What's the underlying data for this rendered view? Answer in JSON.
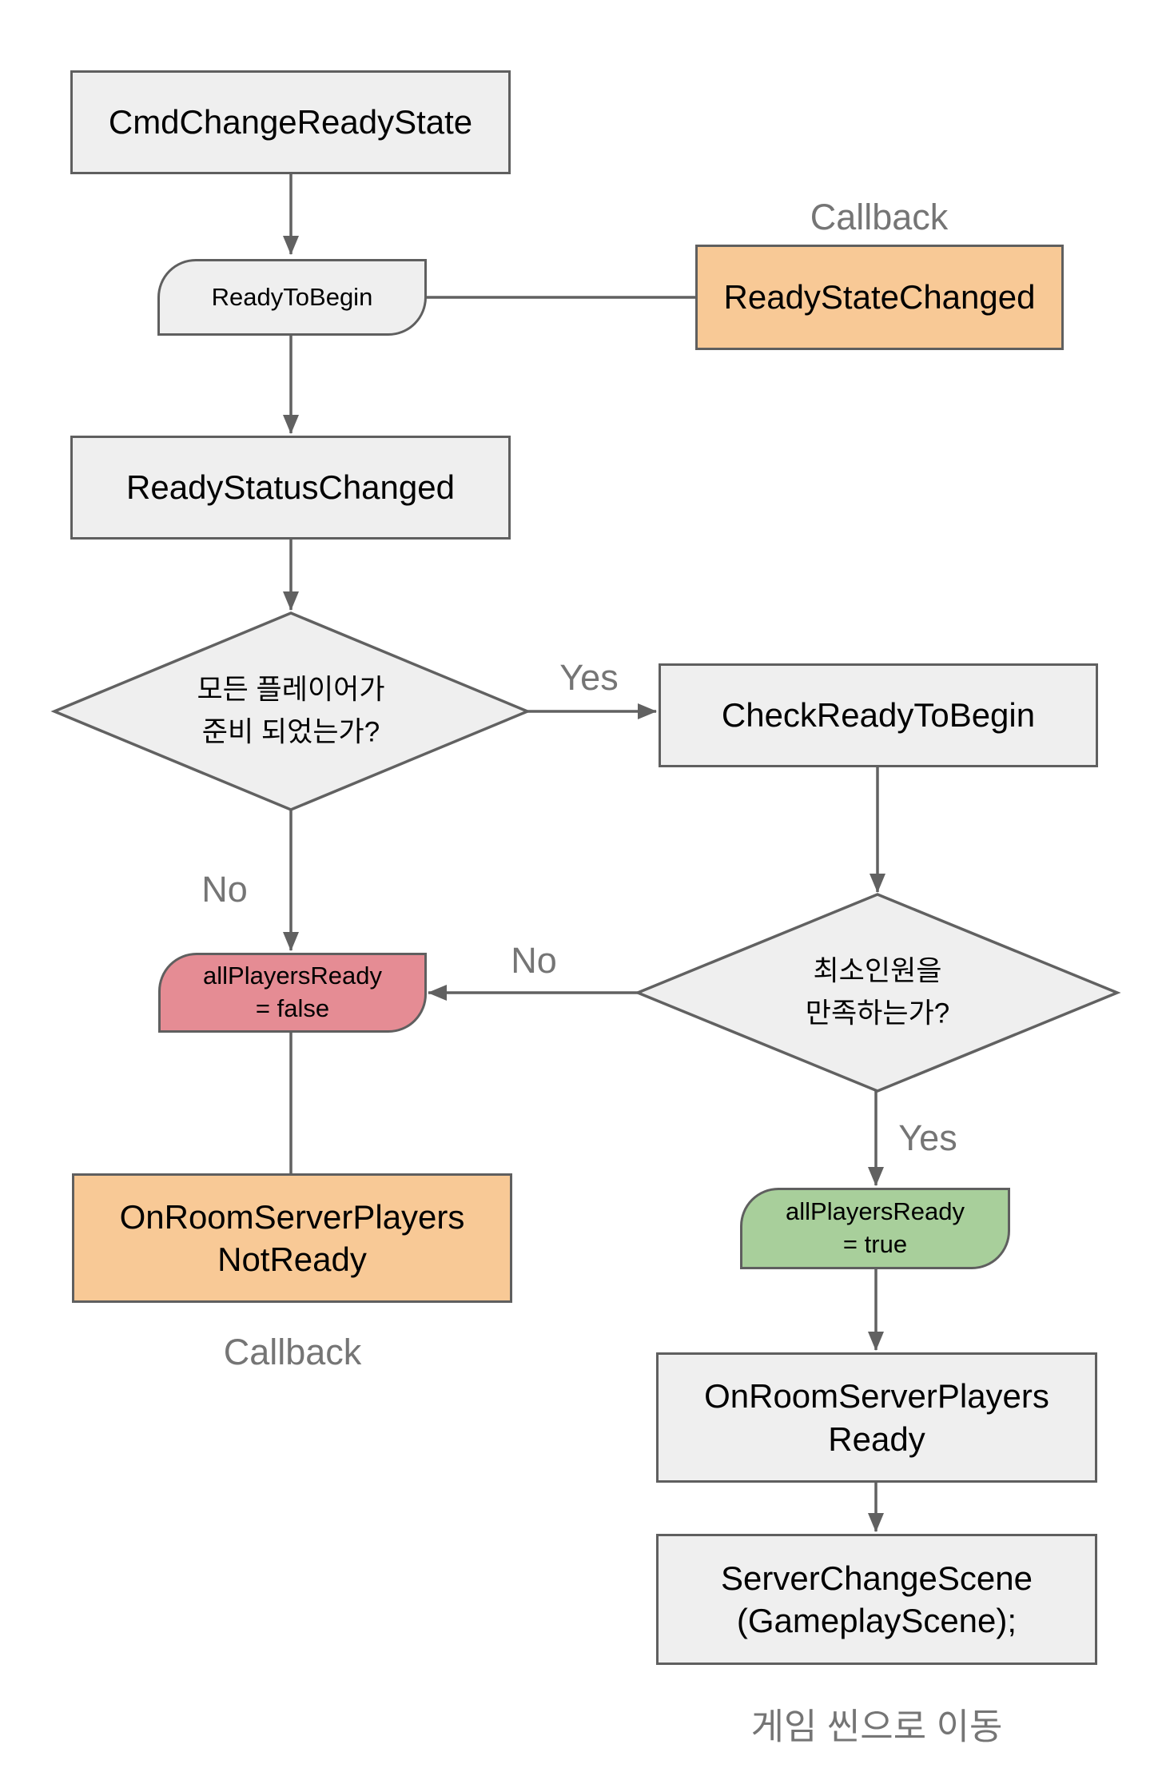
{
  "colors": {
    "background": "#FFFFFF",
    "node_gray_fill": "#EFEFEF",
    "node_orange_fill": "#F8C996",
    "node_red_fill": "#E58C94",
    "node_green_fill": "#A8CF9B",
    "border": "#5F5F5F",
    "line": "#616161",
    "label_gray": "#757575",
    "text": "#000000"
  },
  "nodes": {
    "cmd_change_ready_state": {
      "label": "CmdChangeReadyState"
    },
    "ready_to_begin": {
      "label": "ReadyToBegin"
    },
    "ready_state_changed": {
      "label": "ReadyStateChanged"
    },
    "ready_status_changed": {
      "label": "ReadyStatusChanged"
    },
    "decision_all_players_ready": {
      "label": "모든 플레이어가\n준비 되었는가?"
    },
    "check_ready_to_begin": {
      "label": "CheckReadyToBegin"
    },
    "all_players_ready_false": {
      "label": "allPlayersReady\n= false"
    },
    "decision_min_players": {
      "label": "최소인원을\n만족하는가?"
    },
    "all_players_ready_true": {
      "label": "allPlayersReady\n= true"
    },
    "on_room_server_players_not_ready": {
      "label": "OnRoomServerPlayers\nNotReady"
    },
    "on_room_server_players_ready": {
      "label": "OnRoomServerPlayers\nReady"
    },
    "server_change_scene": {
      "label": "ServerChangeScene\n(GameplayScene);"
    }
  },
  "labels": {
    "callback_top": "Callback",
    "callback_bottom": "Callback",
    "yes_all_players": "Yes",
    "no_all_players": "No",
    "yes_min_players": "Yes",
    "no_min_players": "No",
    "move_to_game_scene": "게임 씬으로 이동"
  }
}
